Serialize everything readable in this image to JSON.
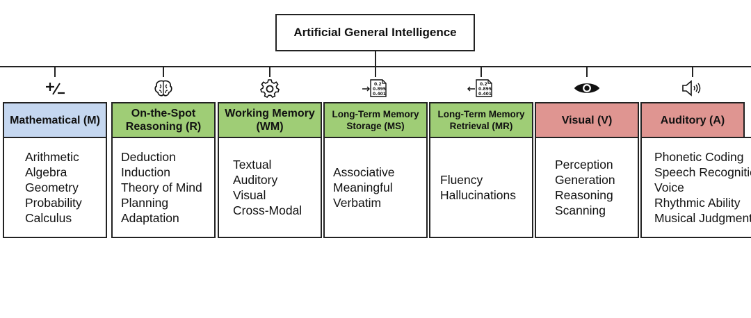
{
  "root": {
    "label": "Artificial General Intelligence"
  },
  "colors": {
    "blue": "#c5d7f0",
    "green": "#9fcd76",
    "red": "#df9591",
    "line": "#222222"
  },
  "categories": [
    {
      "label": "Mathematical (M)",
      "icon": "plus-minus-icon",
      "color": "blue",
      "items": [
        "Arithmetic",
        "Algebra",
        "Geometry",
        "Probability",
        "Calculus"
      ]
    },
    {
      "label": "On-the-Spot Reasoning (R)",
      "icon": "brain-icon",
      "color": "green",
      "items": [
        "Deduction",
        "Induction",
        "Theory of Mind",
        "Planning",
        "Adaptation"
      ]
    },
    {
      "label": "Working Memory (WM)",
      "icon": "gear-icon",
      "color": "green",
      "items": [
        "Textual",
        "Auditory",
        "Visual",
        "Cross-Modal"
      ]
    },
    {
      "label": "Long-Term Memory Storage (MS)",
      "icon": "data-store-icon",
      "color": "green",
      "small": true,
      "items": [
        "Associative",
        "Meaningful",
        "Verbatim"
      ]
    },
    {
      "label": "Long-Term Memory Retrieval (MR)",
      "icon": "data-retrieve-icon",
      "color": "green",
      "small": true,
      "items": [
        "Fluency",
        "Hallucinations"
      ]
    },
    {
      "label": "Visual (V)",
      "icon": "eye-icon",
      "color": "red",
      "items": [
        "Perception",
        "Generation",
        "Reasoning",
        "Scanning"
      ]
    },
    {
      "label": "Auditory (A)",
      "icon": "speaker-icon",
      "color": "red",
      "items": [
        "Phonetic Coding",
        "Speech Recognition",
        "Voice",
        "Rhythmic Ability",
        "Musical Judgment"
      ]
    }
  ]
}
